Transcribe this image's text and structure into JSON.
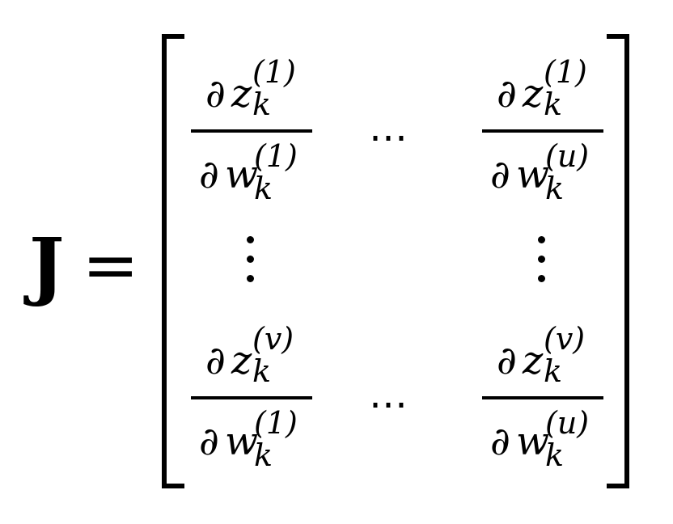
{
  "equation": {
    "lhs_symbol": "J",
    "equals": "=",
    "partial": "∂",
    "numerator_var": "z",
    "denominator_var": "w",
    "subscript": "k",
    "index_1": "(1)",
    "index_u": "(u)",
    "index_v": "(v)",
    "hdots": "⋯"
  }
}
